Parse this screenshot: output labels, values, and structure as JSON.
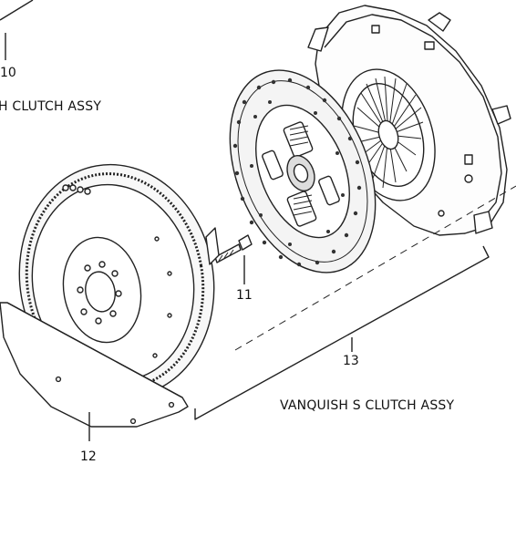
{
  "callouts": {
    "c10": "10",
    "c11": "11",
    "c12": "12",
    "c13": "13"
  },
  "labels": {
    "clutch_assy_partial": "H CLUTCH ASSY",
    "vanquish_s_clutch_assy": "VANQUISH S CLUTCH ASSY"
  },
  "icons": {
    "flywheel": "flywheel-icon",
    "clutch_disc": "clutch-disc-icon",
    "pressure_plate": "pressure-plate-icon",
    "bolt": "bolt-icon",
    "shield": "shield-plate-icon"
  }
}
